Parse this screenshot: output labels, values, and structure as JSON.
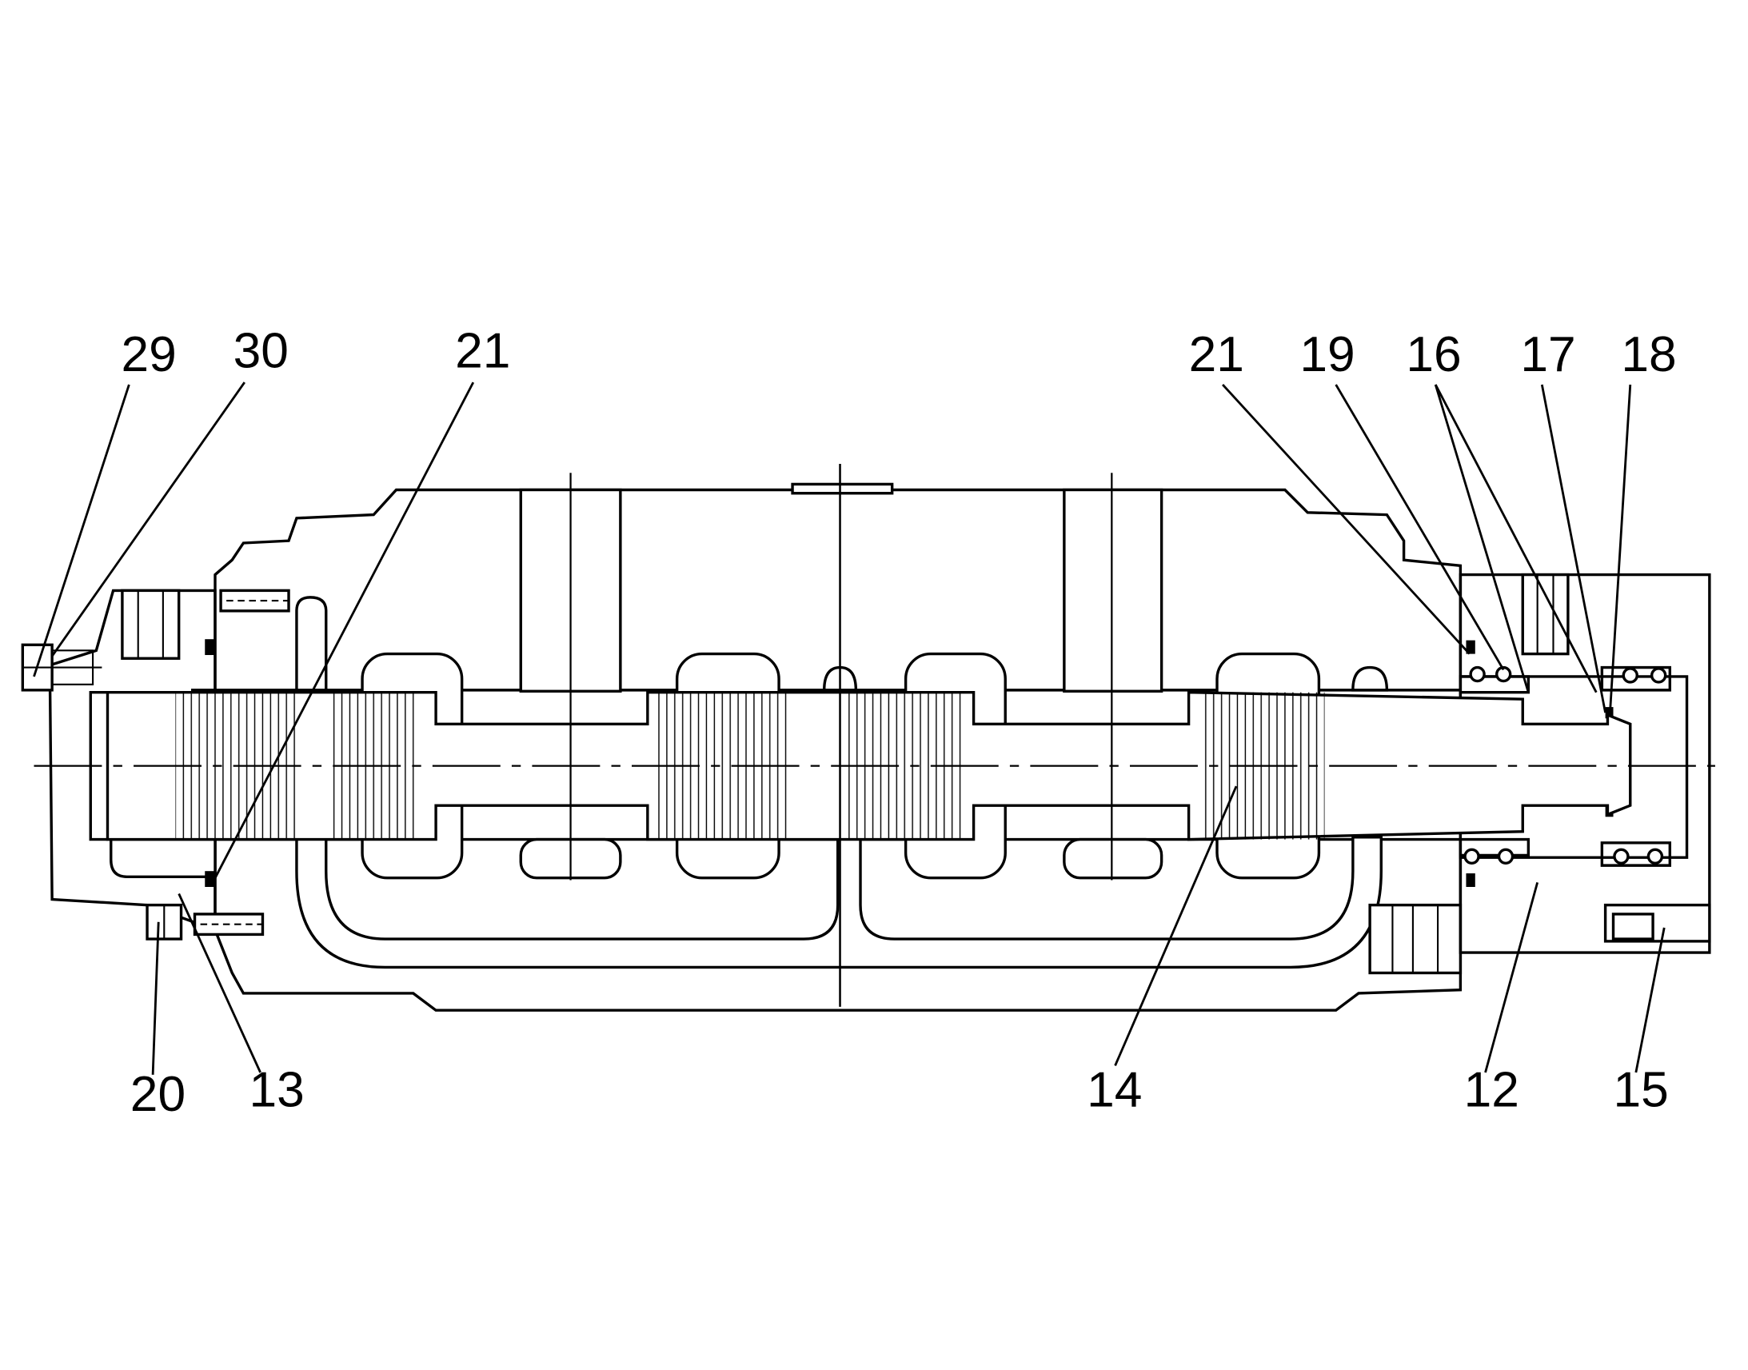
{
  "colors": {
    "ink": "#000000",
    "paper": "#ffffff"
  },
  "reference_numerals": {
    "n29": "29",
    "n30": "30",
    "n21_left": "21",
    "n21_right": "21",
    "n19": "19",
    "n16": "16",
    "n17": "17",
    "n18": "18",
    "n20": "20",
    "n13": "13",
    "n14": "14",
    "n12": "12",
    "n15": "15"
  }
}
